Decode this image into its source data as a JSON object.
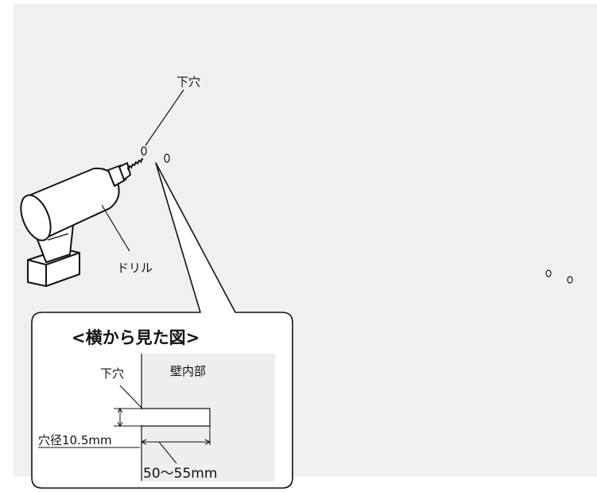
{
  "labels": {
    "pilot_hole_top": "下穴",
    "drill": "ドリル",
    "side_view_title": "<横から見た図>",
    "pilot_hole_inset": "下穴",
    "wall_interior": "壁内部",
    "hole_diameter": "穴径10.5mm",
    "depth": "50～55mm"
  },
  "colors": {
    "panel": "#f0f0f0",
    "inset_wall": "#eeeeee",
    "line": "#111111"
  }
}
